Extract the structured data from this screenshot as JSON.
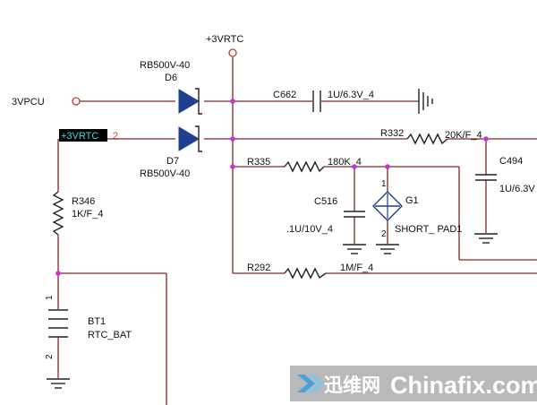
{
  "nets": {
    "rtc_top": "+3VRTC",
    "vpcu": "3VPCU",
    "rtc_port": "+3VRTC",
    "rtc_port_pin": "2"
  },
  "components": {
    "d6": {
      "ref": "D6",
      "part": "RB500V-40"
    },
    "d7": {
      "ref": "D7",
      "part": "RB500V-40"
    },
    "c662": {
      "ref": "C662",
      "value": "1U/6.3V_4"
    },
    "r332": {
      "ref": "R332",
      "value": "20K/F_4"
    },
    "c494": {
      "ref": "C494",
      "value": "1U/6.3V"
    },
    "r335": {
      "ref": "R335",
      "value": "180K_4"
    },
    "c516": {
      "ref": "C516",
      "value": ".1U/10V_4"
    },
    "g1": {
      "ref": "G1",
      "value": "SHORT_ PAD1",
      "pin1": "1",
      "pin2": "2"
    },
    "r346": {
      "ref": "R346",
      "value": "1K/F_4"
    },
    "r292": {
      "ref": "R292",
      "value": "1M/F_4"
    },
    "bt1": {
      "ref": "BT1",
      "value": "RTC_BAT",
      "pin1": "1",
      "pin2": "2"
    }
  },
  "watermark": {
    "cn": "迅维网",
    "en": "Chinafix.com"
  },
  "colors": {
    "wire": "#7a2a2a",
    "junction": "#cc33cc",
    "diode_fill": "#1f3f8f",
    "net_label_bg": "#000000",
    "net_label_text": "#4ad8d8",
    "watermark_bg": "#b9b9b9"
  }
}
